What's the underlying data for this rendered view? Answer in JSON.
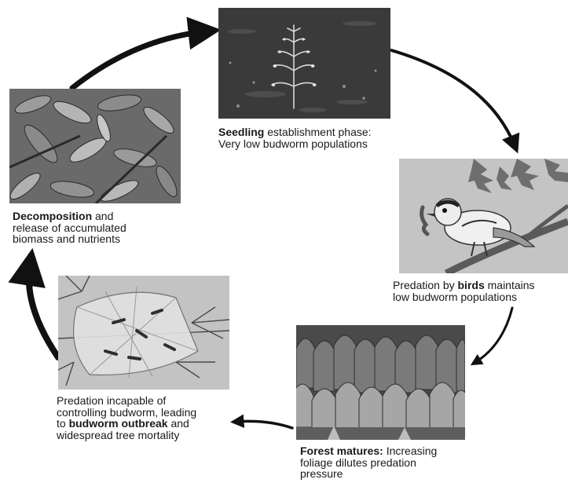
{
  "stages": [
    {
      "id": "seedling",
      "image_icon": "seedling-icon",
      "caption_lines": [
        {
          "bold": "Seedling",
          "text": " establishment phase:"
        },
        {
          "bold": "",
          "text": "Very low budworm populations"
        }
      ]
    },
    {
      "id": "birds",
      "image_icon": "bird-eating-budworm-icon",
      "caption_lines": [
        {
          "before": "Predation by ",
          "bold": "birds",
          "text": " maintains"
        },
        {
          "bold": "",
          "text": "low budworm populations"
        }
      ]
    },
    {
      "id": "forest",
      "image_icon": "mature-forest-icon",
      "caption_lines": [
        {
          "bold": "Forest matures:",
          "text": " Increasing"
        },
        {
          "bold": "",
          "text": "foliage dilutes predation"
        },
        {
          "bold": "",
          "text": "pressure"
        }
      ]
    },
    {
      "id": "outbreak",
      "image_icon": "budworm-web-icon",
      "caption_lines": [
        {
          "bold": "",
          "text": "Predation incapable of"
        },
        {
          "bold": "",
          "text": "controlling budworm, leading"
        },
        {
          "before": "to ",
          "bold": "budworm outbreak",
          "text": " and"
        },
        {
          "bold": "",
          "text": "widespread tree mortality"
        }
      ]
    },
    {
      "id": "decomposition",
      "image_icon": "leaf-litter-icon",
      "caption_lines": [
        {
          "bold": "Decomposition",
          "text": " and"
        },
        {
          "bold": "",
          "text": "release of accumulated"
        },
        {
          "bold": "",
          "text": "biomass and nutrients"
        }
      ]
    }
  ],
  "colors": {
    "arrow": "#111111",
    "panel_dark": "#3a3a3a",
    "panel_mid": "#8a8a8a",
    "panel_light": "#c9c9c9",
    "text": "#1a1a1a"
  }
}
